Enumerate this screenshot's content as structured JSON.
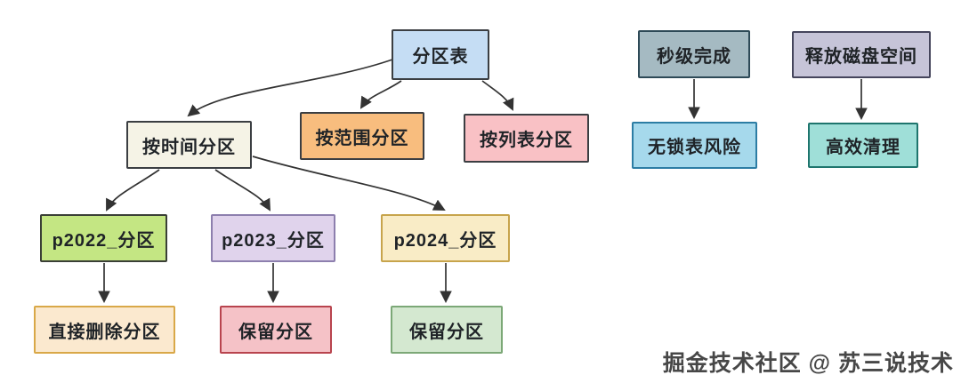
{
  "diagram": {
    "topic": "分区表",
    "watermark": "掘金技术社区 @ 苏三说技术",
    "edge_color": "#333333",
    "nodes": {
      "partition_table": {
        "label": "分区表",
        "fill": "#c5ddf4",
        "border": "#3b3e42"
      },
      "by_time": {
        "label": "按时间分区",
        "fill": "#f5f3e6",
        "border": "#3b3e42"
      },
      "by_range": {
        "label": "按范围分区",
        "fill": "#f8bd7e",
        "border": "#3b3e42"
      },
      "by_list": {
        "label": "按列表分区",
        "fill": "#f9c1c5",
        "border": "#3b3e42"
      },
      "p2022": {
        "label": "p2022_分区",
        "fill": "#c4e683",
        "border": "#3a3f36"
      },
      "p2023": {
        "label": "p2023_分区",
        "fill": "#e0d3ec",
        "border": "#8d7fae"
      },
      "p2024": {
        "label": "p2024_分区",
        "fill": "#f9ecc6",
        "border": "#c7a44c"
      },
      "delete_direct": {
        "label": "直接删除分区",
        "fill": "#fbe9cf",
        "border": "#d9a848"
      },
      "keep_2023": {
        "label": "保留分区",
        "fill": "#f5c2c7",
        "border": "#b8444e"
      },
      "keep_2024": {
        "label": "保留分区",
        "fill": "#d4e8d0",
        "border": "#7ca877"
      },
      "seconds_done": {
        "label": "秒级完成",
        "fill": "#a5bac2",
        "border": "#2e4a57"
      },
      "no_lock_risk": {
        "label": "无锁表风险",
        "fill": "#a6d9ec",
        "border": "#2c7da4"
      },
      "free_disk": {
        "label": "释放磁盘空间",
        "fill": "#c6c4d8",
        "border": "#45455c"
      },
      "efficient_clean": {
        "label": "高效清理",
        "fill": "#9fdfd8",
        "border": "#1e756d"
      }
    },
    "edges": [
      {
        "from": "partition_table",
        "to": "by_time"
      },
      {
        "from": "partition_table",
        "to": "by_range"
      },
      {
        "from": "partition_table",
        "to": "by_list"
      },
      {
        "from": "by_time",
        "to": "p2022"
      },
      {
        "from": "by_time",
        "to": "p2023"
      },
      {
        "from": "by_time",
        "to": "p2024"
      },
      {
        "from": "p2022",
        "to": "delete_direct"
      },
      {
        "from": "p2023",
        "to": "keep_2023"
      },
      {
        "from": "p2024",
        "to": "keep_2024"
      },
      {
        "from": "seconds_done",
        "to": "no_lock_risk"
      },
      {
        "from": "free_disk",
        "to": "efficient_clean"
      }
    ]
  }
}
